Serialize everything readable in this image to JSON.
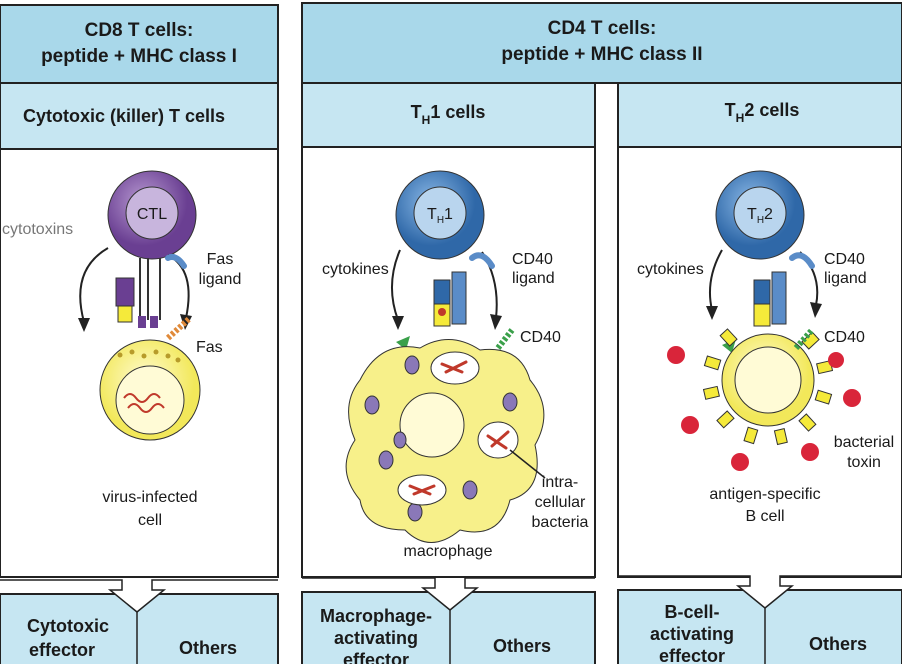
{
  "headers": {
    "cd8": {
      "line1": "CD8 T cells:",
      "line2": "peptide + MHC class I"
    },
    "cd4": {
      "line1": "CD4 T cells:",
      "line2": "peptide + MHC class II"
    }
  },
  "subheaders": {
    "ctl": "Cytotoxic (killer) T cells",
    "th1": {
      "t": "T",
      "sub": "H",
      "rest": "1  cells"
    },
    "th2": {
      "t": "T",
      "sub": "H",
      "rest": "2  cells"
    }
  },
  "panels": {
    "ctl": {
      "cell_label": "CTL",
      "cytotoxins": "cytotoxins",
      "fas_ligand": [
        "Fas",
        "ligand"
      ],
      "fas": "Fas",
      "target": [
        "virus-infected",
        "cell"
      ]
    },
    "th1": {
      "cell_label": {
        "t": "T",
        "sub": "H",
        "rest": "1"
      },
      "cytokines": "cytokines",
      "cd40_ligand": [
        "CD40",
        "ligand"
      ],
      "cd40": "CD40",
      "bacteria": [
        "intra-",
        "cellular",
        "bacteria"
      ],
      "target": "macrophage"
    },
    "th2": {
      "cell_label": {
        "t": "T",
        "sub": "H",
        "rest": "2"
      },
      "cytokines": "cytokines",
      "cd40_ligand": [
        "CD40",
        "ligand"
      ],
      "cd40": "CD40",
      "toxin": [
        "bacterial",
        "toxin"
      ],
      "target": [
        "antigen-specific",
        "B cell"
      ]
    }
  },
  "bottom": {
    "ctl": {
      "main": [
        "Cytotoxic",
        "effector"
      ],
      "others": "Others"
    },
    "th1": {
      "main": [
        "Macrophage-",
        "activating",
        "effector"
      ],
      "others": "Others"
    },
    "th2": {
      "main": [
        "B-cell-",
        "activating",
        "effector"
      ],
      "others": "Others"
    }
  },
  "colors": {
    "header_blue": "#a9d8ea",
    "sub_blue": "#c6e6f2",
    "ctl_purple": "#7a4fa0",
    "th_blue": "#3d78b8",
    "cell_yellow": "#f7f07a",
    "toxin_red": "#d9253a",
    "bacteria_red": "#c0392b"
  }
}
